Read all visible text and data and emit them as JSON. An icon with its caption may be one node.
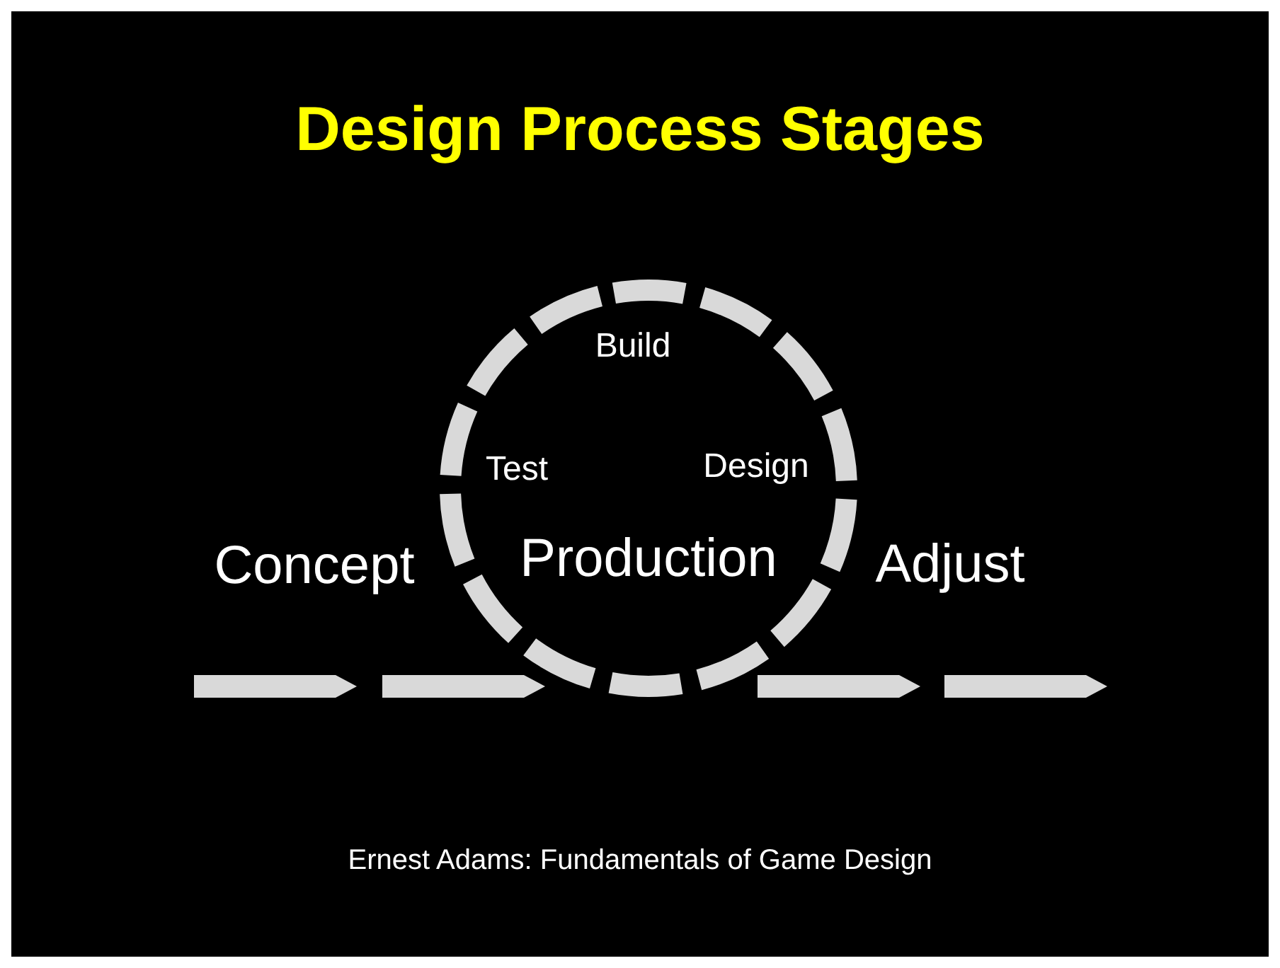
{
  "diagram": {
    "title": "Design Process Stages",
    "labels": [
      "Build",
      "Test",
      "Design",
      "Concept",
      "Production",
      "Adjust"
    ],
    "caption": "Ernest Adams: Fundamentals of Game Design"
  }
}
